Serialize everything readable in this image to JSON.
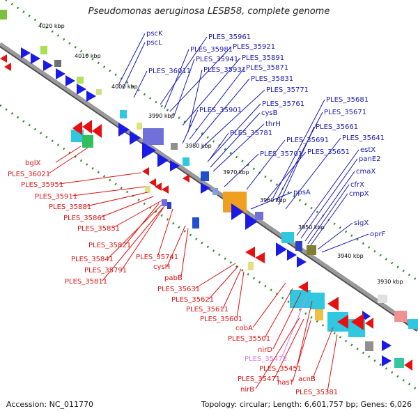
{
  "title": "Pseudomonas aeruginosa LESB58, complete genome",
  "footer": {
    "accession": "Accession: NC_011770",
    "topology": "Topology: circular; Length: 6,601,757 bp; Genes: 6,026"
  },
  "colors": {
    "forward_label": "#1a1ab4",
    "reverse_label": "#e01010",
    "highlight_label": "#e080e0",
    "backbone": "#8c8c8c",
    "tick_dot": "#2d8a2d"
  },
  "scale_ticks": [
    "4020 kbp",
    "4010 kbp",
    "4000 kbp",
    "3990 kbp",
    "3980 kbp",
    "3970 kbp",
    "3960 kbp",
    "3950 kbp",
    "3940 kbp",
    "3930 kbp"
  ],
  "forward_labels": [
    "pscK",
    "pscL",
    "PLES_35961",
    "PLES_35981",
    "PLES_35921",
    "PLES_36011",
    "PLES_35941",
    "PLES_35891",
    "PLES_35931",
    "PLES_35871",
    "PLES_35831",
    "PLES_35771",
    "PLES_35901",
    "PLES_35761",
    "cysB",
    "thrH",
    "PLES_35781",
    "PLES_35681",
    "PLES_35671",
    "PLES_35661",
    "PLES_35641",
    "PLES_35691",
    "PLES_35651",
    "PLES_35701",
    "estX",
    "panE2",
    "cmaX",
    "ppsA",
    "cfrX",
    "cmpX",
    "sigX",
    "oprF"
  ],
  "reverse_labels": [
    "bglX",
    "PLES_36021",
    "PLES_35951",
    "PLES_35911",
    "PLES_35881",
    "PLES_35861",
    "PLES_35851",
    "PLES_35821",
    "PLES_35841",
    "PLES_35741",
    "PLES_35791",
    "PLES_35811",
    "cysH",
    "pabB",
    "PLES_35631",
    "PLES_35621",
    "PLES_35611",
    "PLES_35601",
    "cobA",
    "PLES_35501",
    "nirD",
    "PLES_35472",
    "PLES_35451",
    "acnB",
    "PLES_35471",
    "nasT",
    "nirB",
    "PLES_35381"
  ]
}
